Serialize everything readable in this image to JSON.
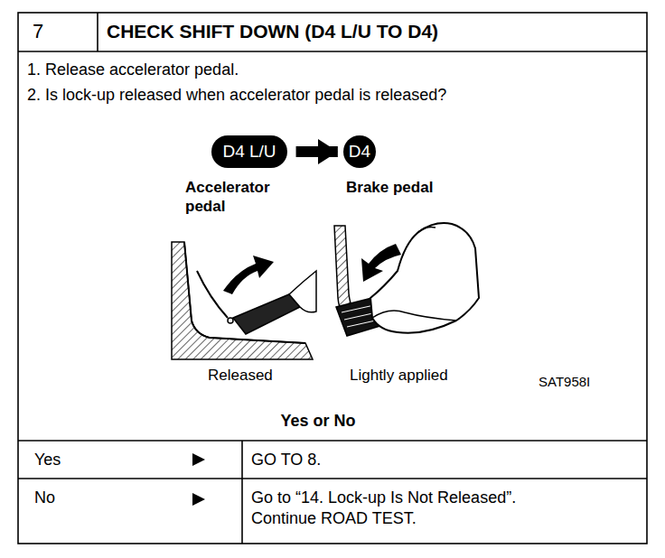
{
  "diagram": {
    "title": "CHECK SHIFT DOWN (D4 L/U TO D4)",
    "nodes": [
      {
        "text": [
          "D4 L/U"
        ]
      },
      {
        "text": [
          "D4"
        ]
      }
    ],
    "edges": [
      {
        "from": 0,
        "to": 1,
        "arrow": "to"
      }
    ],
    "labels": [
      "7",
      "1. Release accelerator pedal.",
      "2. Is lock-up released when accelerator pedal is released?",
      "Accelerator pedal",
      "Brake pedal",
      "Released",
      "Lightly applied",
      "SAT958I",
      "Yes or No",
      "Yes",
      "GO TO 8.",
      "No",
      "Go to “14. Lock-up Is Not Released”. Continue ROAD TEST."
    ]
  }
}
